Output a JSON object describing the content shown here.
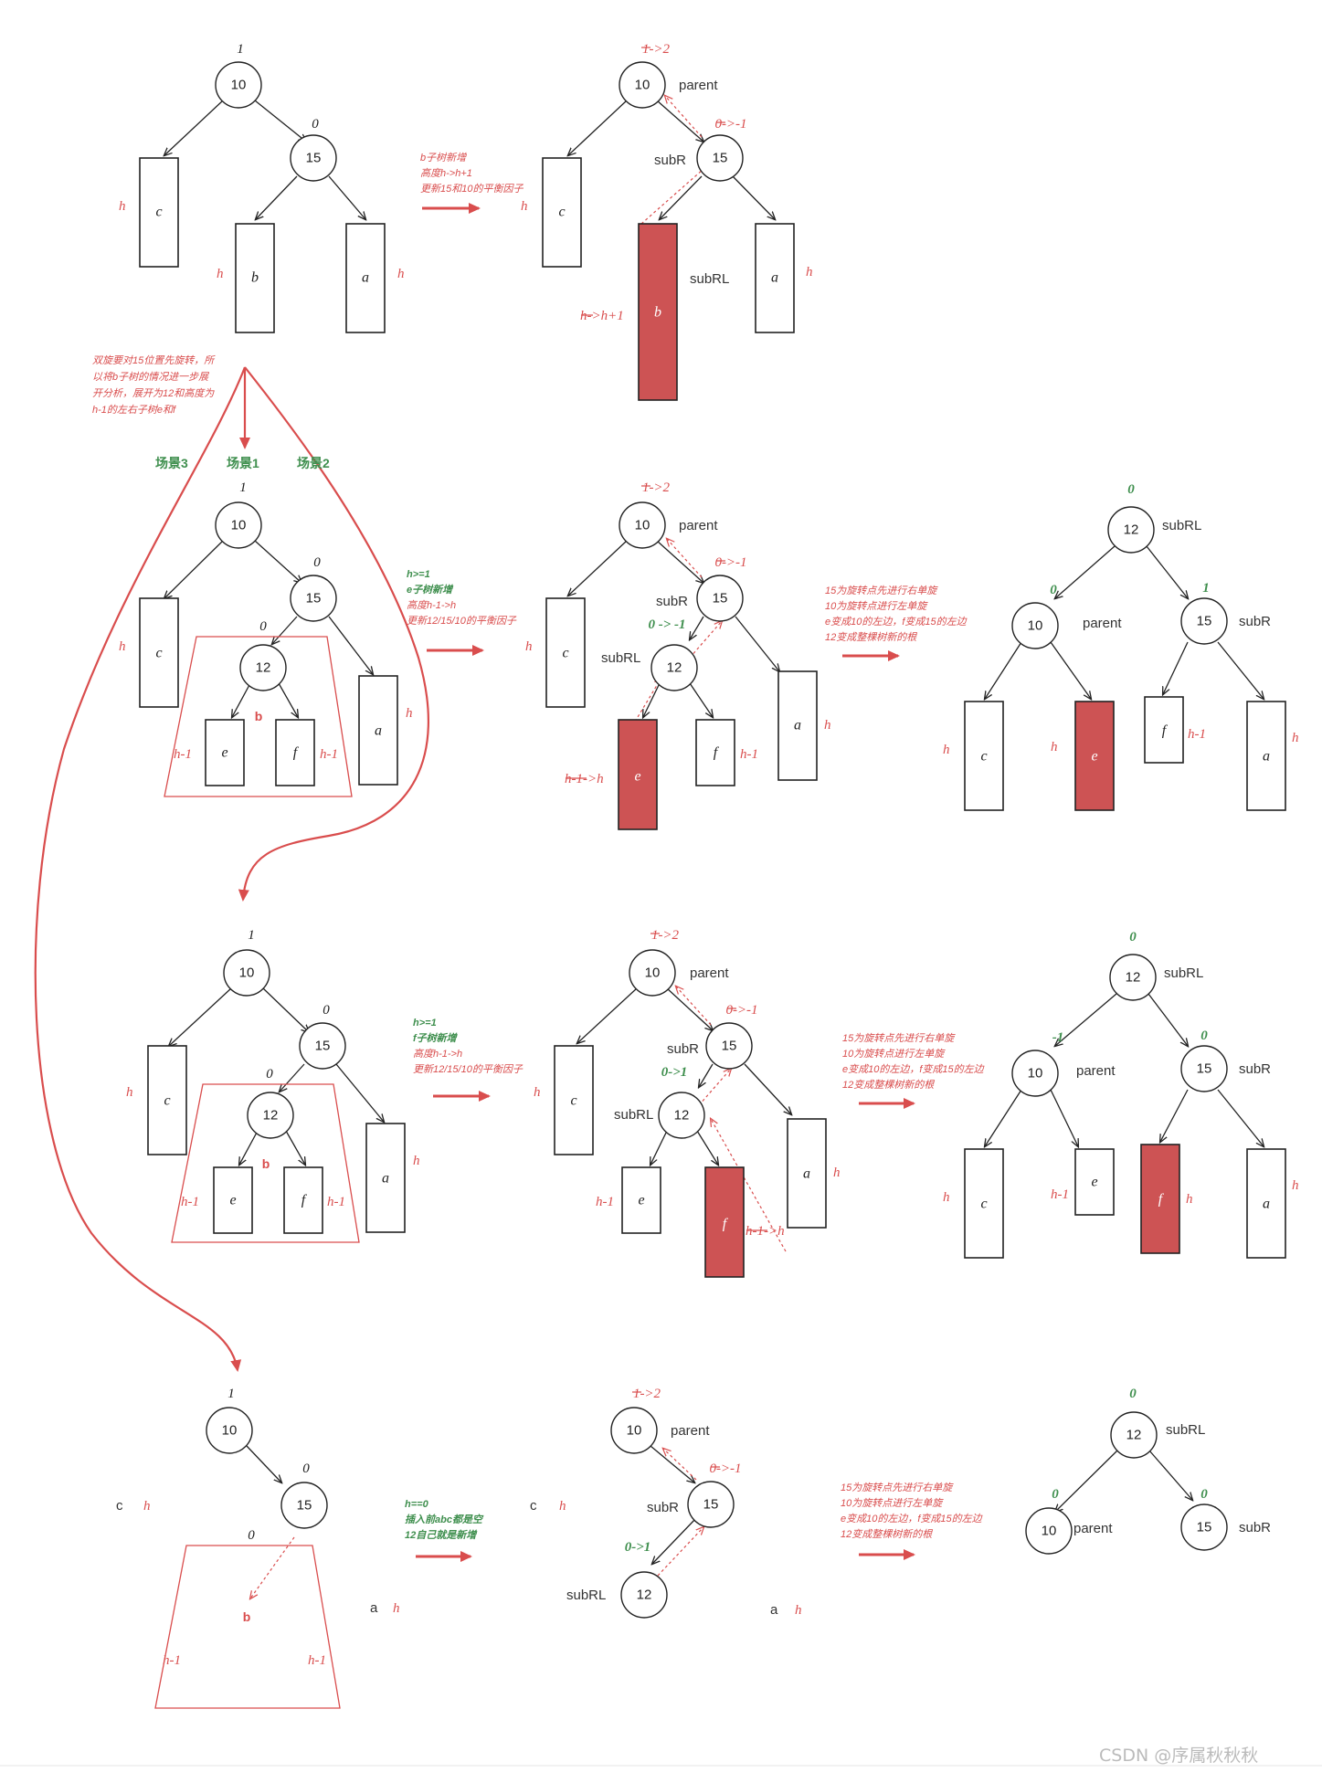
{
  "trees": {
    "r1_left": {
      "n10": "10",
      "n15": "15",
      "c": "c",
      "b": "b",
      "a": "a",
      "h1": "h",
      "h2": "h",
      "h3": "h",
      "bf10": "1",
      "bf15": "0"
    },
    "r1_right": {
      "n10": "10",
      "n15": "15",
      "c": "c",
      "b": "b",
      "a": "a",
      "parent": "parent",
      "subR": "subR",
      "subRL": "subRL",
      "h_c": "h",
      "h_a": "h",
      "bf10": "1->2",
      "bf15": "0->-1",
      "b_height": "h->h+1"
    },
    "r2_left": {
      "n10": "10",
      "n15": "15",
      "n12": "12",
      "c": "c",
      "e": "e",
      "f": "f",
      "a": "a",
      "b": "b",
      "h_c": "h",
      "h_a": "h",
      "h_e": "h-1",
      "h_f": "h-1",
      "bf10": "1",
      "bf15": "0",
      "bf12": "0"
    },
    "r2_mid": {
      "n10": "10",
      "n15": "15",
      "n12": "12",
      "c": "c",
      "e": "e",
      "f": "f",
      "a": "a",
      "parent": "parent",
      "subR": "subR",
      "subRL": "subRL",
      "h_c": "h",
      "h_a": "h",
      "h_f": "h-1",
      "e_height": "h-1->h",
      "bf10": "1->2",
      "bf15": "0->-1",
      "bf12": "0 -> -1"
    },
    "r2_right": {
      "n12": "12",
      "n10": "10",
      "n15": "15",
      "c": "c",
      "e": "e",
      "f": "f",
      "a": "a",
      "parent": "parent",
      "subR": "subR",
      "subRL": "subRL",
      "h_c": "h",
      "h_e": "h",
      "h_f": "h-1",
      "h_a": "h",
      "bf12": "0",
      "bf10": "0",
      "bf15": "1"
    },
    "r3_left": {
      "n10": "10",
      "n15": "15",
      "n12": "12",
      "c": "c",
      "e": "e",
      "f": "f",
      "a": "a",
      "b": "b",
      "h_c": "h",
      "h_a": "h",
      "h_e": "h-1",
      "h_f": "h-1",
      "bf10": "1",
      "bf15": "0",
      "bf12": "0"
    },
    "r3_mid": {
      "n10": "10",
      "n15": "15",
      "n12": "12",
      "c": "c",
      "e": "e",
      "f": "f",
      "a": "a",
      "parent": "parent",
      "subR": "subR",
      "subRL": "subRL",
      "h_c": "h",
      "h_a": "h",
      "h_e": "h-1",
      "f_height": "h-1->h",
      "bf10": "1->2",
      "bf15": "0->-1",
      "bf12": "0->1"
    },
    "r3_right": {
      "n12": "12",
      "n10": "10",
      "n15": "15",
      "c": "c",
      "e": "e",
      "f": "f",
      "a": "a",
      "parent": "parent",
      "subR": "subR",
      "subRL": "subRL",
      "h_c": "h",
      "h_e": "h-1",
      "h_f": "h",
      "h_a": "h",
      "bf12": "0",
      "bf10": "-1",
      "bf15": "0"
    },
    "r4_left": {
      "n10": "10",
      "n15": "15",
      "c": "c",
      "a": "a",
      "b": "b",
      "h_c": "h",
      "h_a": "h",
      "h_l": "h-1",
      "h_r": "h-1",
      "bf10": "1",
      "bf15": "0",
      "bf_b": "0"
    },
    "r4_mid": {
      "n10": "10",
      "n15": "15",
      "n12": "12",
      "c": "c",
      "a": "a",
      "parent": "parent",
      "subR": "subR",
      "subRL": "subRL",
      "h_c": "h",
      "h_a": "h",
      "bf10": "1->2",
      "bf15": "0->-1",
      "bf12": "0->1"
    },
    "r4_right": {
      "n12": "12",
      "n10": "10",
      "n15": "15",
      "parent": "parent",
      "subR": "subR",
      "subRL": "subRL",
      "bf12": "0",
      "bf10": "0",
      "bf15": "0"
    }
  },
  "notes": {
    "r1": [
      "b子树新增",
      "高度h->h+1",
      "更新15和10的平衡因子"
    ],
    "double_rotation": [
      "双旋要对15位置先旋转，所",
      "以将b子树的情况进一步展",
      "开分析，展开为12和高度为",
      "h-1的左右子树e和f"
    ],
    "r2": [
      "h>=1",
      "e子树新增",
      "高度h-1->h",
      "更新12/15/10的平衡因子"
    ],
    "r2_rotate": [
      "15为旋转点先进行右单旋",
      "10为旋转点进行左单旋",
      "e变成10的左边，f变成15的左边",
      "12变成整棵树新的根"
    ],
    "r3": [
      "h>=1",
      "f子树新增",
      "高度h-1->h",
      "更新12/15/10的平衡因子"
    ],
    "r3_rotate": [
      "15为旋转点先进行右单旋",
      "10为旋转点进行左单旋",
      "e变成10的左边，f变成15的左边",
      "12变成整棵树新的根"
    ],
    "r4": [
      "h==0",
      "插入前abc都是空",
      "12自己就是新增"
    ],
    "r4_rotate": [
      "15为旋转点先进行右单旋",
      "10为旋转点进行左单旋",
      "e变成10的左边，f变成15的左边",
      "12变成整棵树新的根"
    ]
  },
  "scenes": {
    "scene3": "场景3",
    "scene1": "场景1",
    "scene2": "场景2"
  },
  "watermark": "CSDN @序属秋秋秋",
  "colors": {
    "accent_red": "#d94d4d",
    "fill_red": "#cd5354",
    "green": "#3f8f4e"
  }
}
